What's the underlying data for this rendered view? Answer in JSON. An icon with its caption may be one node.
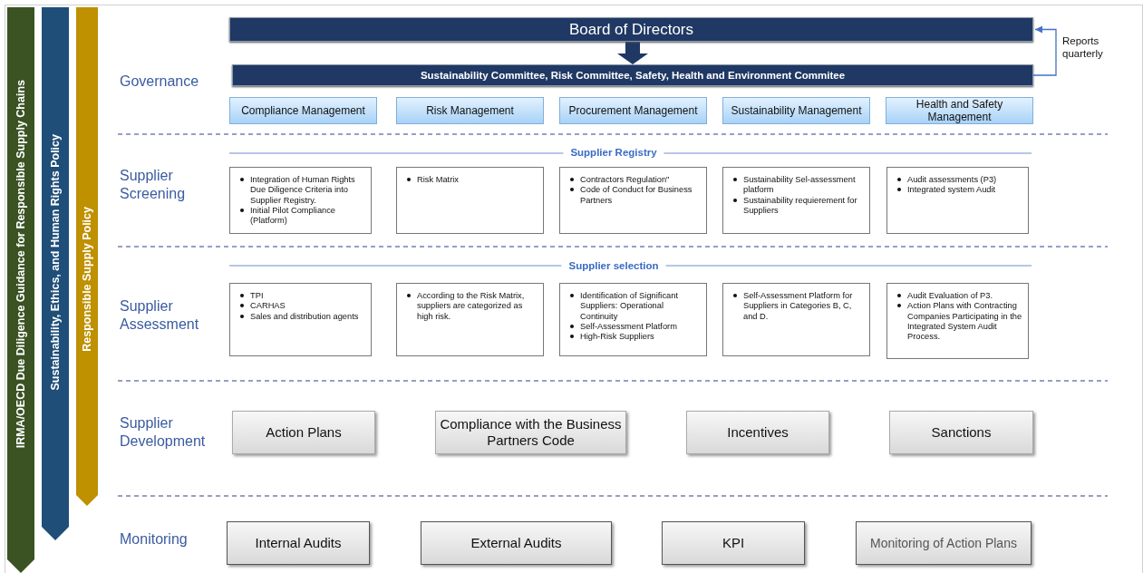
{
  "diagram": {
    "nodes": [
      {
        "text": [
          "Board of Directors"
        ]
      },
      {
        "text": [
          "Sustainability Committee, Risk Committee, Safety, Health and Environment Commitee"
        ]
      },
      {
        "text": [
          "Compliance Management"
        ]
      },
      {
        "text": [
          "Risk Management"
        ]
      },
      {
        "text": [
          "Procurement Management"
        ]
      },
      {
        "text": [
          "Sustainability Management"
        ]
      },
      {
        "text": [
          "Health and Safety Management"
        ]
      },
      {
        "text": [
          "Integration of Human Rights Due Diligence Criteria into Supplier Registry.",
          "Initial Pilot Compliance (Platform)"
        ]
      },
      {
        "text": [
          "Risk Matrix"
        ]
      },
      {
        "text": [
          "Contractors Regulation\"",
          "Code of Conduct for Business Partners"
        ]
      },
      {
        "text": [
          "Sustainability Sel-assessment platform",
          "Sustainability requierement for Suppliers"
        ]
      },
      {
        "text": [
          "Audit assessments (P3)",
          "Integrated system Audit"
        ]
      },
      {
        "text": [
          "TPI",
          "CARHAS",
          "Sales and distribution agents"
        ]
      },
      {
        "text": [
          "According to the Risk Matrix, suppliers are categorized as high risk."
        ]
      },
      {
        "text": [
          "Identification of Significant Suppliers: Operational Continuity",
          "Self-Assessment Platform",
          "High-Risk Suppliers"
        ]
      },
      {
        "text": [
          "Self-Assessment Platform for Suppliers in Categories B, C, and D."
        ]
      },
      {
        "text": [
          "Audit Evaluation of P3.",
          "Action Plans with Contracting Companies Participating in the Integrated System Audit Process."
        ]
      },
      {
        "text": [
          "Action Plans"
        ]
      },
      {
        "text": [
          "Compliance with the Business Partners Code"
        ]
      },
      {
        "text": [
          "Incentives"
        ]
      },
      {
        "text": [
          "Sanctions"
        ]
      },
      {
        "text": [
          "Internal Audits"
        ]
      },
      {
        "text": [
          "External Audits"
        ]
      },
      {
        "text": [
          "KPI"
        ]
      },
      {
        "text": [
          "Monitoring of Action Plans"
        ]
      },
      {
        "text": [
          "IRMA/OECD Due Diligence Guidance for Responsible Supply Chains"
        ]
      },
      {
        "text": [
          "Sustainability, Ethics, and Human Rights Policy"
        ]
      },
      {
        "text": [
          "Responsible Supply Policy"
        ]
      }
    ],
    "edges": [
      {
        "from": 0,
        "to": 1,
        "arrow": "to",
        "style": "thick"
      },
      {
        "from": 1,
        "to": 0,
        "arrow": "to",
        "label": "Reports quarterly",
        "color": "#4472c4"
      }
    ],
    "labels": [
      "Governance",
      "Supplier Registry",
      "Supplier Screening",
      "Supplier selection",
      "Supplier Assessment",
      "Supplier Development",
      "Monitoring"
    ]
  }
}
